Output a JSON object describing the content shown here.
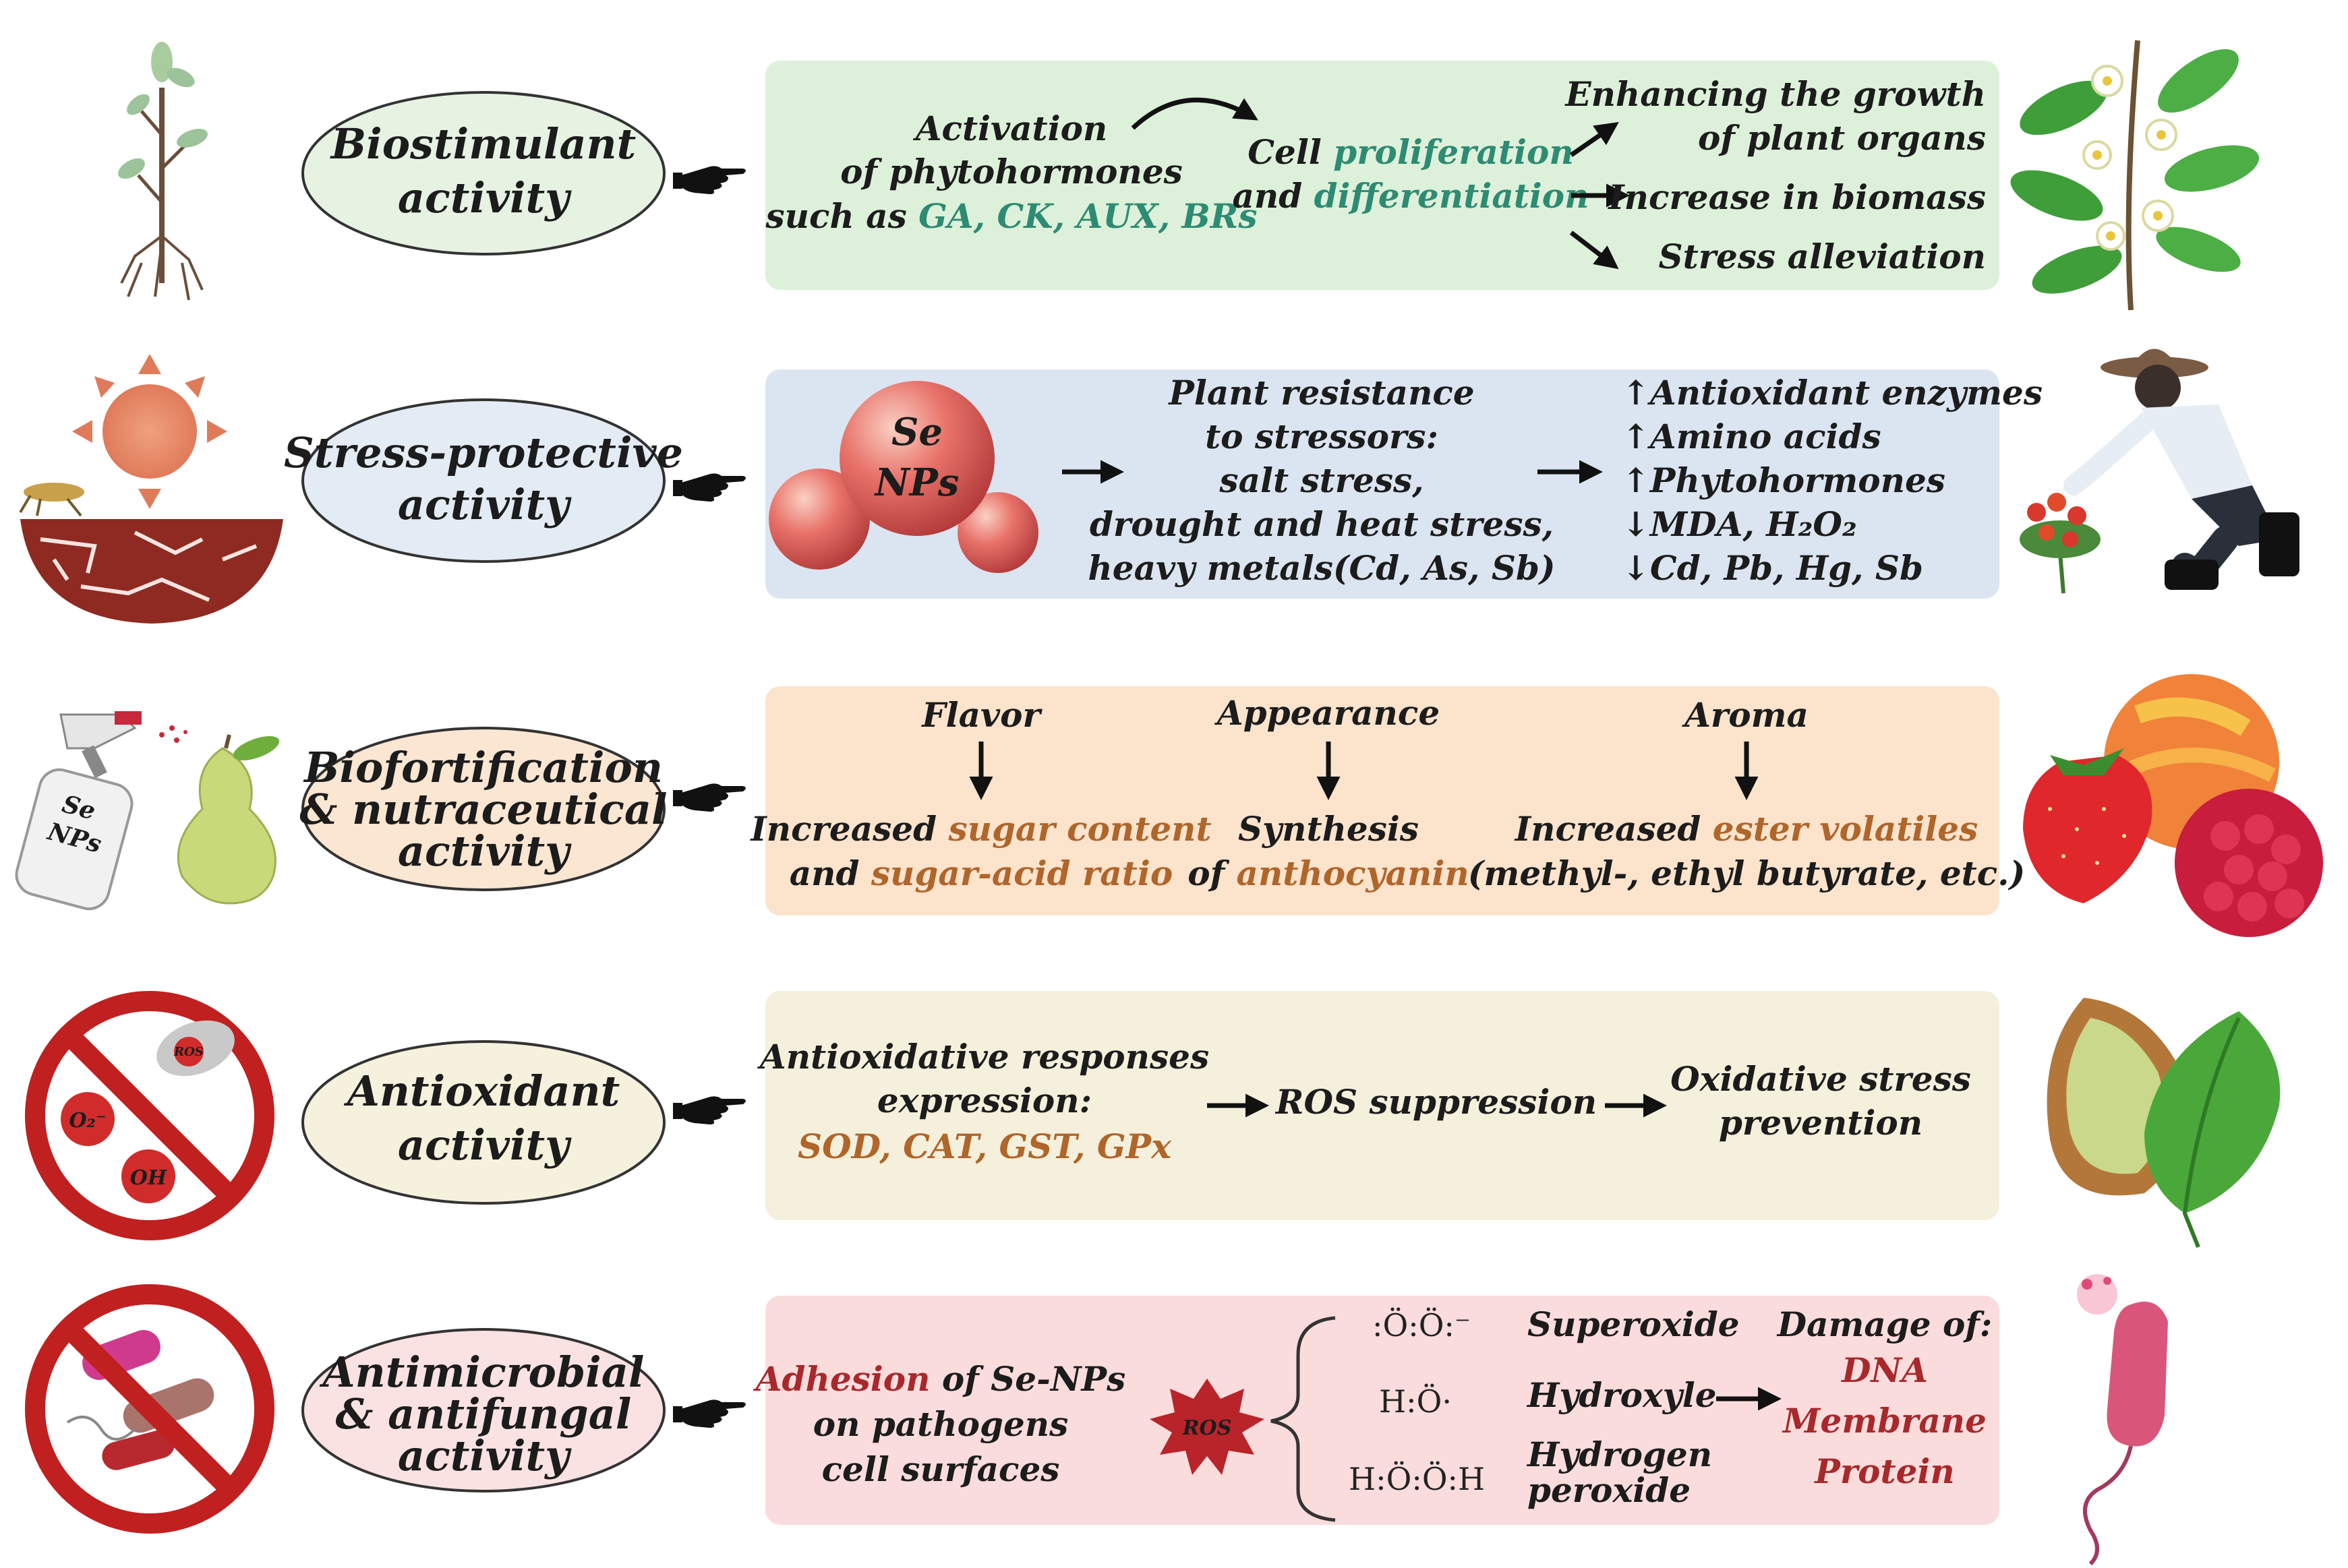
{
  "rows": [
    {
      "label": [
        "Biostimulant",
        "activity"
      ],
      "colors": {
        "oval": "#e6f3e3",
        "panel": "#ddf1da"
      },
      "content": {
        "col1": [
          "Activation",
          "of phytohormones"
        ],
        "col1_prefix": "such as ",
        "col1_hormones": "GA, CK, AUX, BRs",
        "col2_line1_plain": "Cell ",
        "col2_line1_colored": "proliferation",
        "col2_line2_plain": "and ",
        "col2_line2_colored": "differentiation",
        "outcomes": [
          "Enhancing the growth",
          "of plant organs",
          "Increase in biomass",
          "Stress alleviation"
        ]
      }
    },
    {
      "label": [
        "Stress-protective",
        "activity"
      ],
      "colors": {
        "oval": "#e3ecf5",
        "panel": "#dbe5f1"
      },
      "content": {
        "nps": [
          "Se",
          "NPs"
        ],
        "stressors": [
          "Plant resistance",
          "to stressors:",
          "salt stress,",
          "drought and heat stress,",
          "heavy metals(Cd, As, Sb)"
        ],
        "effects": [
          "↑Antioxidant enzymes",
          "↑Amino acids",
          "↑Phytohormones",
          "↓MDA, H₂O₂",
          "↓Cd, Pb, Hg, Sb"
        ]
      }
    },
    {
      "label": [
        "Biofortification",
        "& nutraceutical",
        "activity"
      ],
      "colors": {
        "oval": "#fbe6d2",
        "panel": "#fbe3cc"
      },
      "content": {
        "headers": [
          "Flavor",
          "Appearance",
          "Aroma"
        ],
        "flavor_l1_plain": "Increased ",
        "flavor_l1_colored": "sugar content",
        "flavor_l2_plain": "and ",
        "flavor_l2_colored": "sugar-acid ratio",
        "appearance_l1": "Synthesis",
        "appearance_l2_plain": "of ",
        "appearance_l2_colored": "anthocyanin",
        "aroma_l1_plain": "Increased ",
        "aroma_l1_colored": "ester volatiles",
        "aroma_l2": "(methyl-, ethyl butyrate, etc.)"
      }
    },
    {
      "label": [
        "Antioxidant",
        "activity"
      ],
      "colors": {
        "oval": "#f6f1dd",
        "panel": "#f4f0dc"
      },
      "content": {
        "col1": [
          "Antioxidative responses",
          "expression:"
        ],
        "enzymes": "SOD, CAT, GST, GPx",
        "col2": "ROS suppression",
        "col3": [
          "Oxidative stress",
          "prevention"
        ],
        "icon_labels": [
          "ROS",
          "O₂⁻",
          "OH"
        ]
      }
    },
    {
      "label": [
        "Antimicrobial",
        "& antifungal",
        "activity"
      ],
      "colors": {
        "oval": "#fbe2e2",
        "panel": "#fbdcdc"
      },
      "content": {
        "adhesion_colored": "Adhesion",
        "adhesion_plain": " of Se-NPs",
        "adhesion_rest": [
          "on pathogens",
          "cell surfaces"
        ],
        "ros": "ROS",
        "formulas": [
          ":Ö:Ö:⁻",
          "H:Ö·",
          "H:Ö:Ö:H"
        ],
        "species": [
          "Superoxide",
          "Hydroxyle",
          "Hydrogen",
          "peroxide"
        ],
        "damage_title": "Damage of:",
        "damage_items": [
          "DNA",
          "Membrane",
          "Protein"
        ]
      }
    }
  ]
}
